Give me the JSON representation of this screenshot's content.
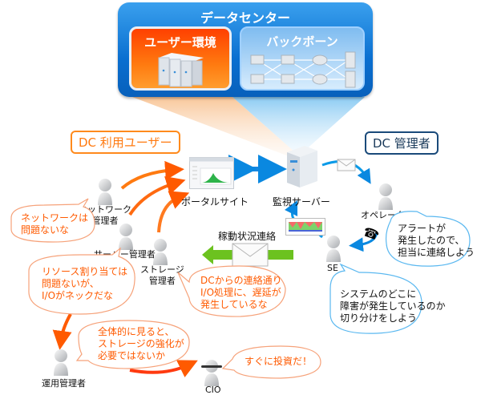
{
  "datacenter": {
    "title": "データセンター",
    "user_environment": "ユーザー環境",
    "backbone": "バックボーン"
  },
  "groups": {
    "dc_users": "DC 利用ユーザー",
    "dc_admins": "DC 管理者"
  },
  "systems": {
    "portal_site": "ポータルサイト",
    "monitoring_server": "監視サーバー",
    "status_report": "稼動状況連絡"
  },
  "people": {
    "network_admin": "ネットワーク\n管理者",
    "server_admin": "サーバー管理者",
    "storage_admin": "ストレージ\n管理者",
    "ops_manager": "運用管理者",
    "cio": "CIO",
    "operator": "オペレーター",
    "se": "SE"
  },
  "bubbles": {
    "network": "ネットワークは\n問題ないな",
    "server": "リソース割り当ては\n問題ないが、\nI/Oがネックだな",
    "storage": "DCからの連絡通り\nI/O処理に、遅延が\n発生しているな",
    "ops": "全体的に見ると、\nストレージの強化が\n必要ではないか",
    "cio": "すぐに投資だ！",
    "operator": "アラートが\n発生したので、\n担当に連絡しよう",
    "se": "システムのどこに\n障害が発生しているのか\n切り分けをしよう"
  },
  "colors": {
    "orange": "#ff6a00",
    "blue": "#0a78d8",
    "green": "#6cc21f",
    "cyan_outline": "#5ab8f0"
  }
}
